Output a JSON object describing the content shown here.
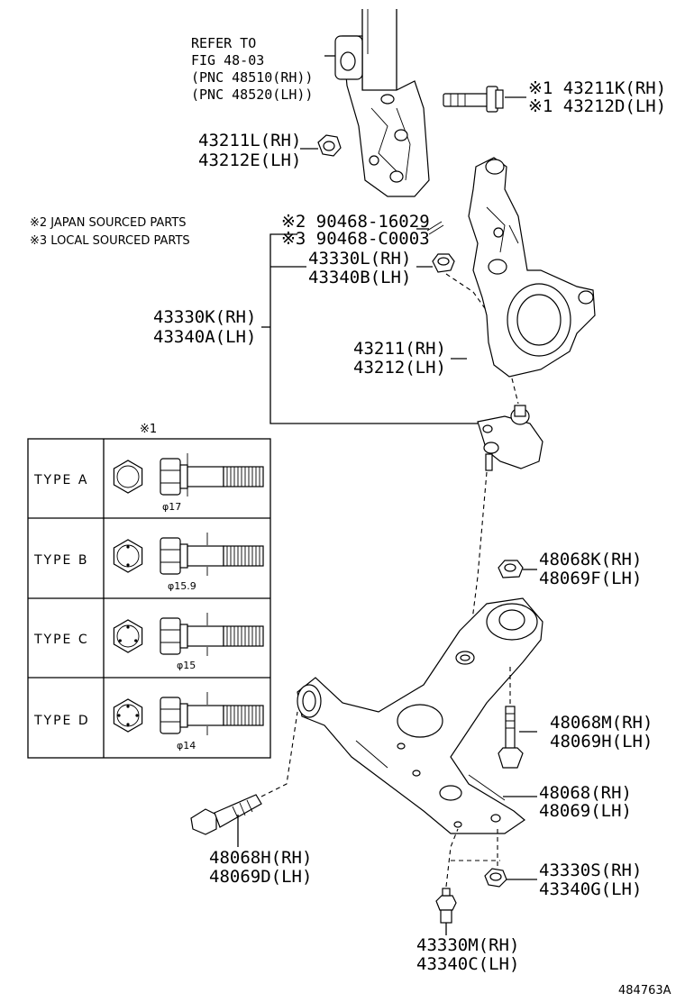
{
  "refer": {
    "line1": "REFER TO",
    "line2": "FIG 48-03",
    "line3": "(PNC 48510(RH))",
    "line4": "(PNC 48520(LH))"
  },
  "notes": {
    "japan": "※2 JAPAN SOURCED PARTS",
    "local": "※3 LOCAL SOURCED PARTS"
  },
  "labels": {
    "bolt_rh": "※1 43211K(RH)",
    "bolt_lh": "※1 43212D(LH)",
    "nut_top_rh": "43211L(RH)",
    "nut_top_lh": "43212E(LH)",
    "pin_japan": "※2 90468-16029",
    "pin_local": "※3 90468-C0003",
    "nut_ball_rh": "43330L(RH)",
    "nut_ball_lh": "43340B(LH)",
    "joint_rh": "43330K(RH)",
    "joint_lh": "43340A(LH)",
    "knuckle_rh": "43211(RH)",
    "knuckle_lh": "43212(LH)",
    "nut_arm_rh": "48068K(RH)",
    "nut_arm_lh": "48069F(LH)",
    "bolt_v_rh": "48068M(RH)",
    "bolt_v_lh": "48069H(LH)",
    "arm_rh": "48068(RH)",
    "arm_lh": "48069(LH)",
    "bolt_front_rh": "48068H(RH)",
    "bolt_front_lh": "48069D(LH)",
    "nut_bottom_rh": "43330S(RH)",
    "nut_bottom_lh": "43340G(LH)",
    "bolt_bottom_rh": "43330M(RH)",
    "bolt_bottom_lh": "43340C(LH)"
  },
  "table": {
    "marker": "※1",
    "rows": [
      {
        "type": "TYPE A",
        "diameter": "φ17"
      },
      {
        "type": "TYPE B",
        "diameter": "φ15.9"
      },
      {
        "type": "TYPE C",
        "diameter": "φ15"
      },
      {
        "type": "TYPE D",
        "diameter": "φ14"
      }
    ]
  },
  "illustration_id": "484763A"
}
